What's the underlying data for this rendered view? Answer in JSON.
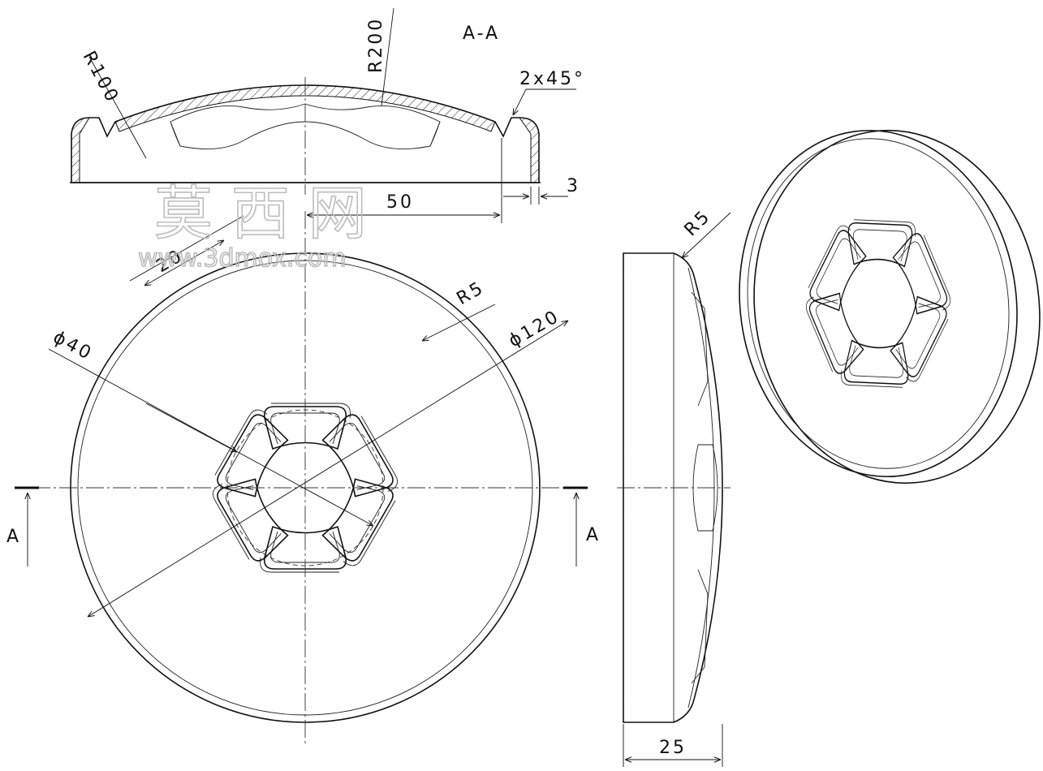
{
  "drawing": {
    "section_title": "A-A",
    "section_mark_left": "A",
    "section_mark_right": "A",
    "dims": {
      "r100": "R100",
      "r200": "R200",
      "chamfer": "2x45°",
      "dim_3": "3",
      "dim_50": "50",
      "dim_20": "20",
      "r5_front": "R5",
      "dia40": "ϕ40",
      "dia120": "ϕ120",
      "r5_side": "R5",
      "dim_25": "25"
    }
  },
  "watermark": {
    "chinese": "莫 西 网",
    "url": "www.3dmox.com"
  }
}
